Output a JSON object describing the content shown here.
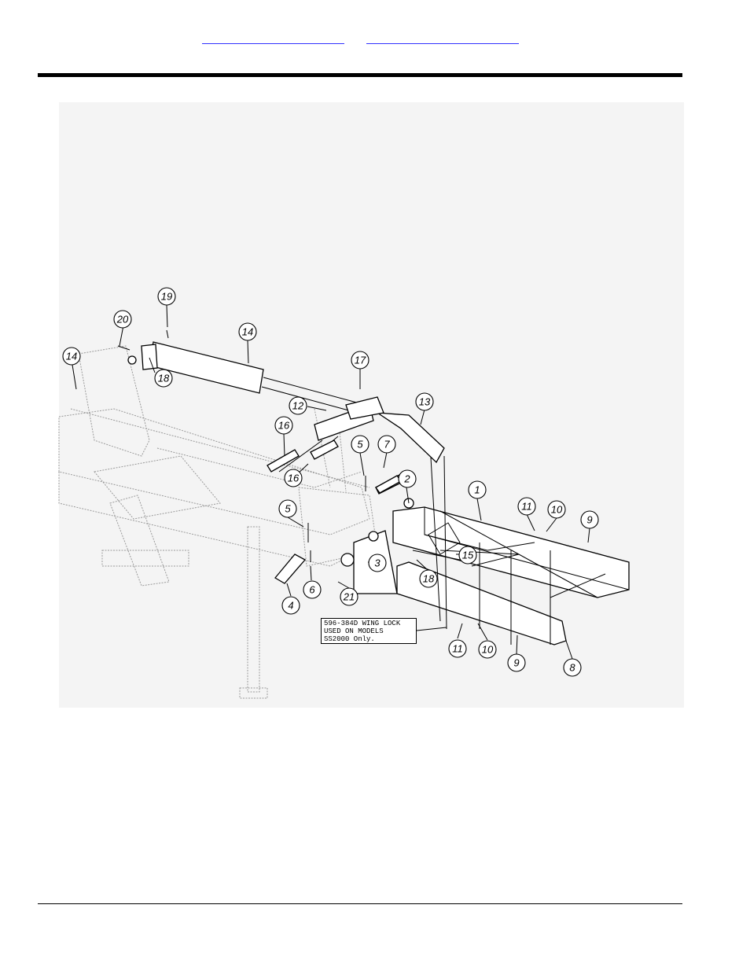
{
  "header": {
    "links": [
      {
        "label": ""
      },
      {
        "label": ""
      }
    ]
  },
  "note": {
    "lines": [
      "596-384D WING LOCK",
      "USED ON MODELS",
      "SS2000 Only."
    ]
  },
  "callouts": [
    "1",
    "2",
    "3",
    "4",
    "5",
    "5",
    "6",
    "7",
    "8",
    "9",
    "9",
    "10",
    "10",
    "11",
    "11",
    "12",
    "13",
    "14",
    "14",
    "15",
    "16",
    "16",
    "17",
    "18",
    "18",
    "19",
    "20",
    "21"
  ],
  "colors": {
    "rule": "#000000",
    "link": "#3030ff",
    "ghost": "#9a9a9a"
  }
}
